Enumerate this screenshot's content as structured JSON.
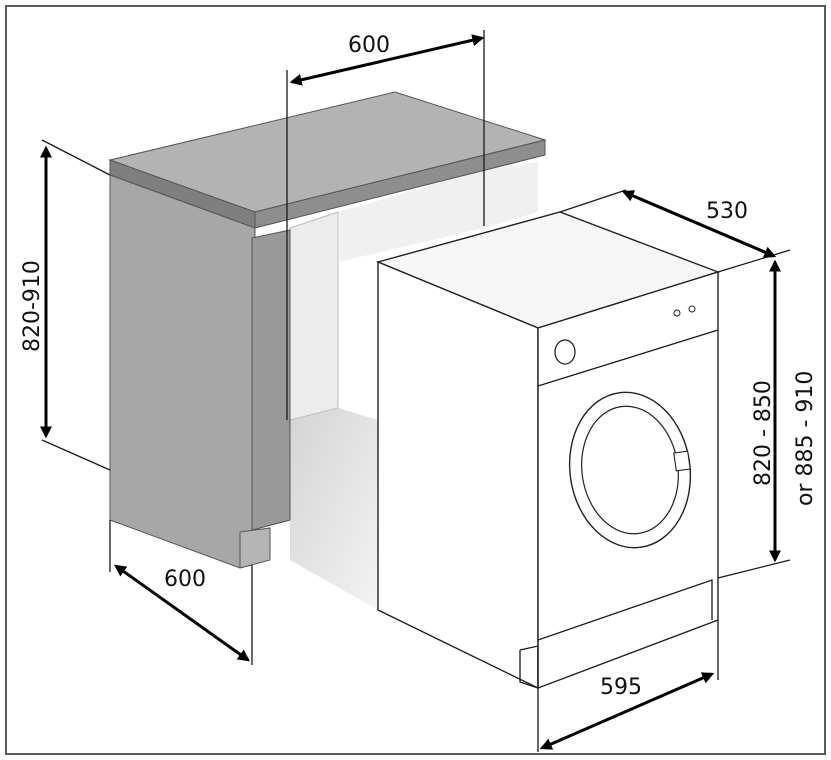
{
  "dimensions": {
    "worktop_width": "600",
    "cabinet_height": "820-910",
    "cabinet_depth": "600",
    "machine_depth": "530",
    "machine_height_line1": "820 - 850",
    "machine_height_line2": "or 885 - 910",
    "machine_width": "595"
  },
  "colors": {
    "cabinet_side": "#a7a7a7",
    "worktop_top": "#b3b3b3",
    "worktop_edge": "#7f7f7f",
    "machine_face": "#ffffff",
    "frame_border": "#5a5a5a"
  }
}
